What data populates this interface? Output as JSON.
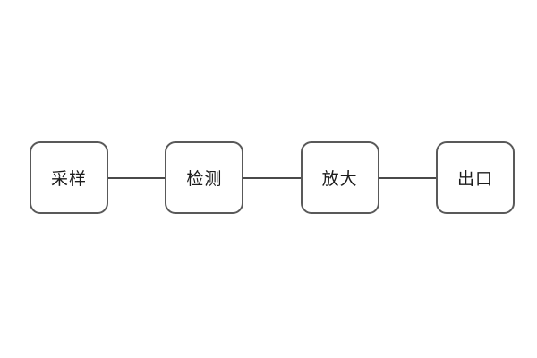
{
  "diagram": {
    "type": "flowchart",
    "direction": "left-to-right",
    "nodes": [
      {
        "id": "sampling",
        "label": "采样"
      },
      {
        "id": "detection",
        "label": "检测"
      },
      {
        "id": "amplification",
        "label": "放大"
      },
      {
        "id": "outlet",
        "label": "出口"
      }
    ],
    "edges": [
      {
        "from": "采样",
        "to": "检测"
      },
      {
        "from": "检测",
        "to": "放大"
      },
      {
        "from": "放大",
        "to": "出口"
      }
    ],
    "colors": {
      "background": "#ffffff",
      "node_border": "#595959",
      "connector": "#4a4a4a",
      "text": "#1c1c1c"
    }
  }
}
